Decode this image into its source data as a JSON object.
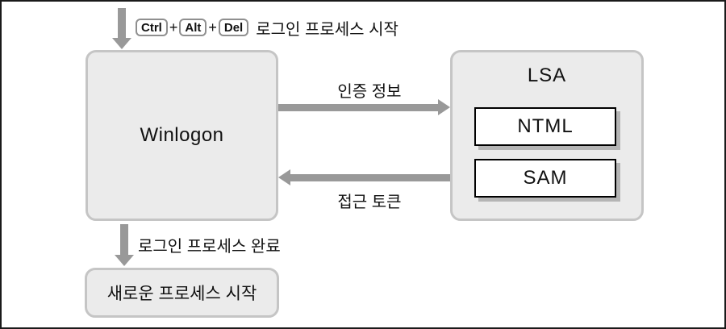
{
  "top_flow": {
    "key_ctrl": "Ctrl",
    "key_alt": "Alt",
    "key_del": "Del",
    "plus": "+",
    "label": "로그인 프로세스 시작"
  },
  "winlogon": {
    "label": "Winlogon"
  },
  "lsa": {
    "title": "LSA",
    "module_ntml": "NTML",
    "module_sam": "SAM"
  },
  "arrows": {
    "auth_info_label": "인증 정보",
    "access_token_label": "접근 토큰",
    "login_complete_label": "로그인 프로세스 완료"
  },
  "new_process": {
    "label": "새로운 프로세스 시작"
  },
  "colors": {
    "box_fill": "#ebebeb",
    "box_border": "#c5c5c5",
    "arrow": "#999999",
    "frame_border": "#1a1a1a",
    "module_shadow": "#b5b5b5",
    "module_fill": "#ffffff",
    "module_border": "#000000"
  }
}
